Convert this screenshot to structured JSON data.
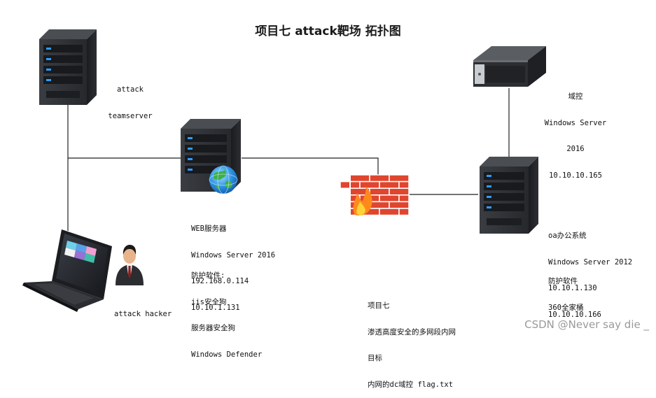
{
  "title": "项目七 attack靶场 拓扑图",
  "nodes": {
    "teamserver": {
      "icon": "tower-server-icon",
      "lines": [
        "attack",
        "teamserver"
      ]
    },
    "web": {
      "icon": "web-server-globe-icon",
      "lines": [
        "WEB服务器",
        "Windows Server 2016",
        "192.168.0.114",
        "10.10.1.131"
      ],
      "security_lines": [
        "防护软件:",
        "iis安全狗",
        "服务器安全狗",
        "Windows Defender"
      ]
    },
    "dc": {
      "icon": "rack-server-icon",
      "lines": [
        "域控",
        "Windows Server",
        "2016",
        "10.10.10.165"
      ]
    },
    "oa": {
      "icon": "tower-server-icon",
      "lines": [
        "oa办公系统",
        "Windows Server 2012",
        "10.10.1.130",
        "10.10.10.166"
      ],
      "security_lines": [
        "防护软件",
        "360全家桶"
      ]
    },
    "hacker": {
      "icon": "hacker-person-icon",
      "laptop_icon": "laptop-icon",
      "lines": [
        "attack hacker"
      ]
    },
    "firewall": {
      "icon": "firewall-icon"
    }
  },
  "goal": {
    "lines": [
      "项目七",
      "渗透高度安全的多网段内网",
      "目标",
      "内网的dc域控 flag.txt"
    ]
  },
  "watermark": "CSDN @Never say die _"
}
